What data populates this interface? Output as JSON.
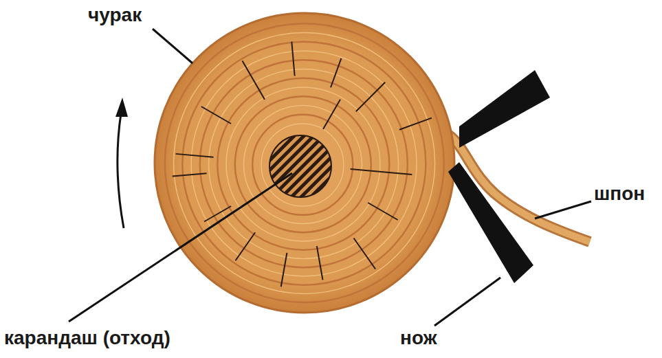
{
  "diagram": {
    "labels": [
      "чурак",
      "шпон",
      "карандаш (отход)",
      "нож"
    ]
  }
}
